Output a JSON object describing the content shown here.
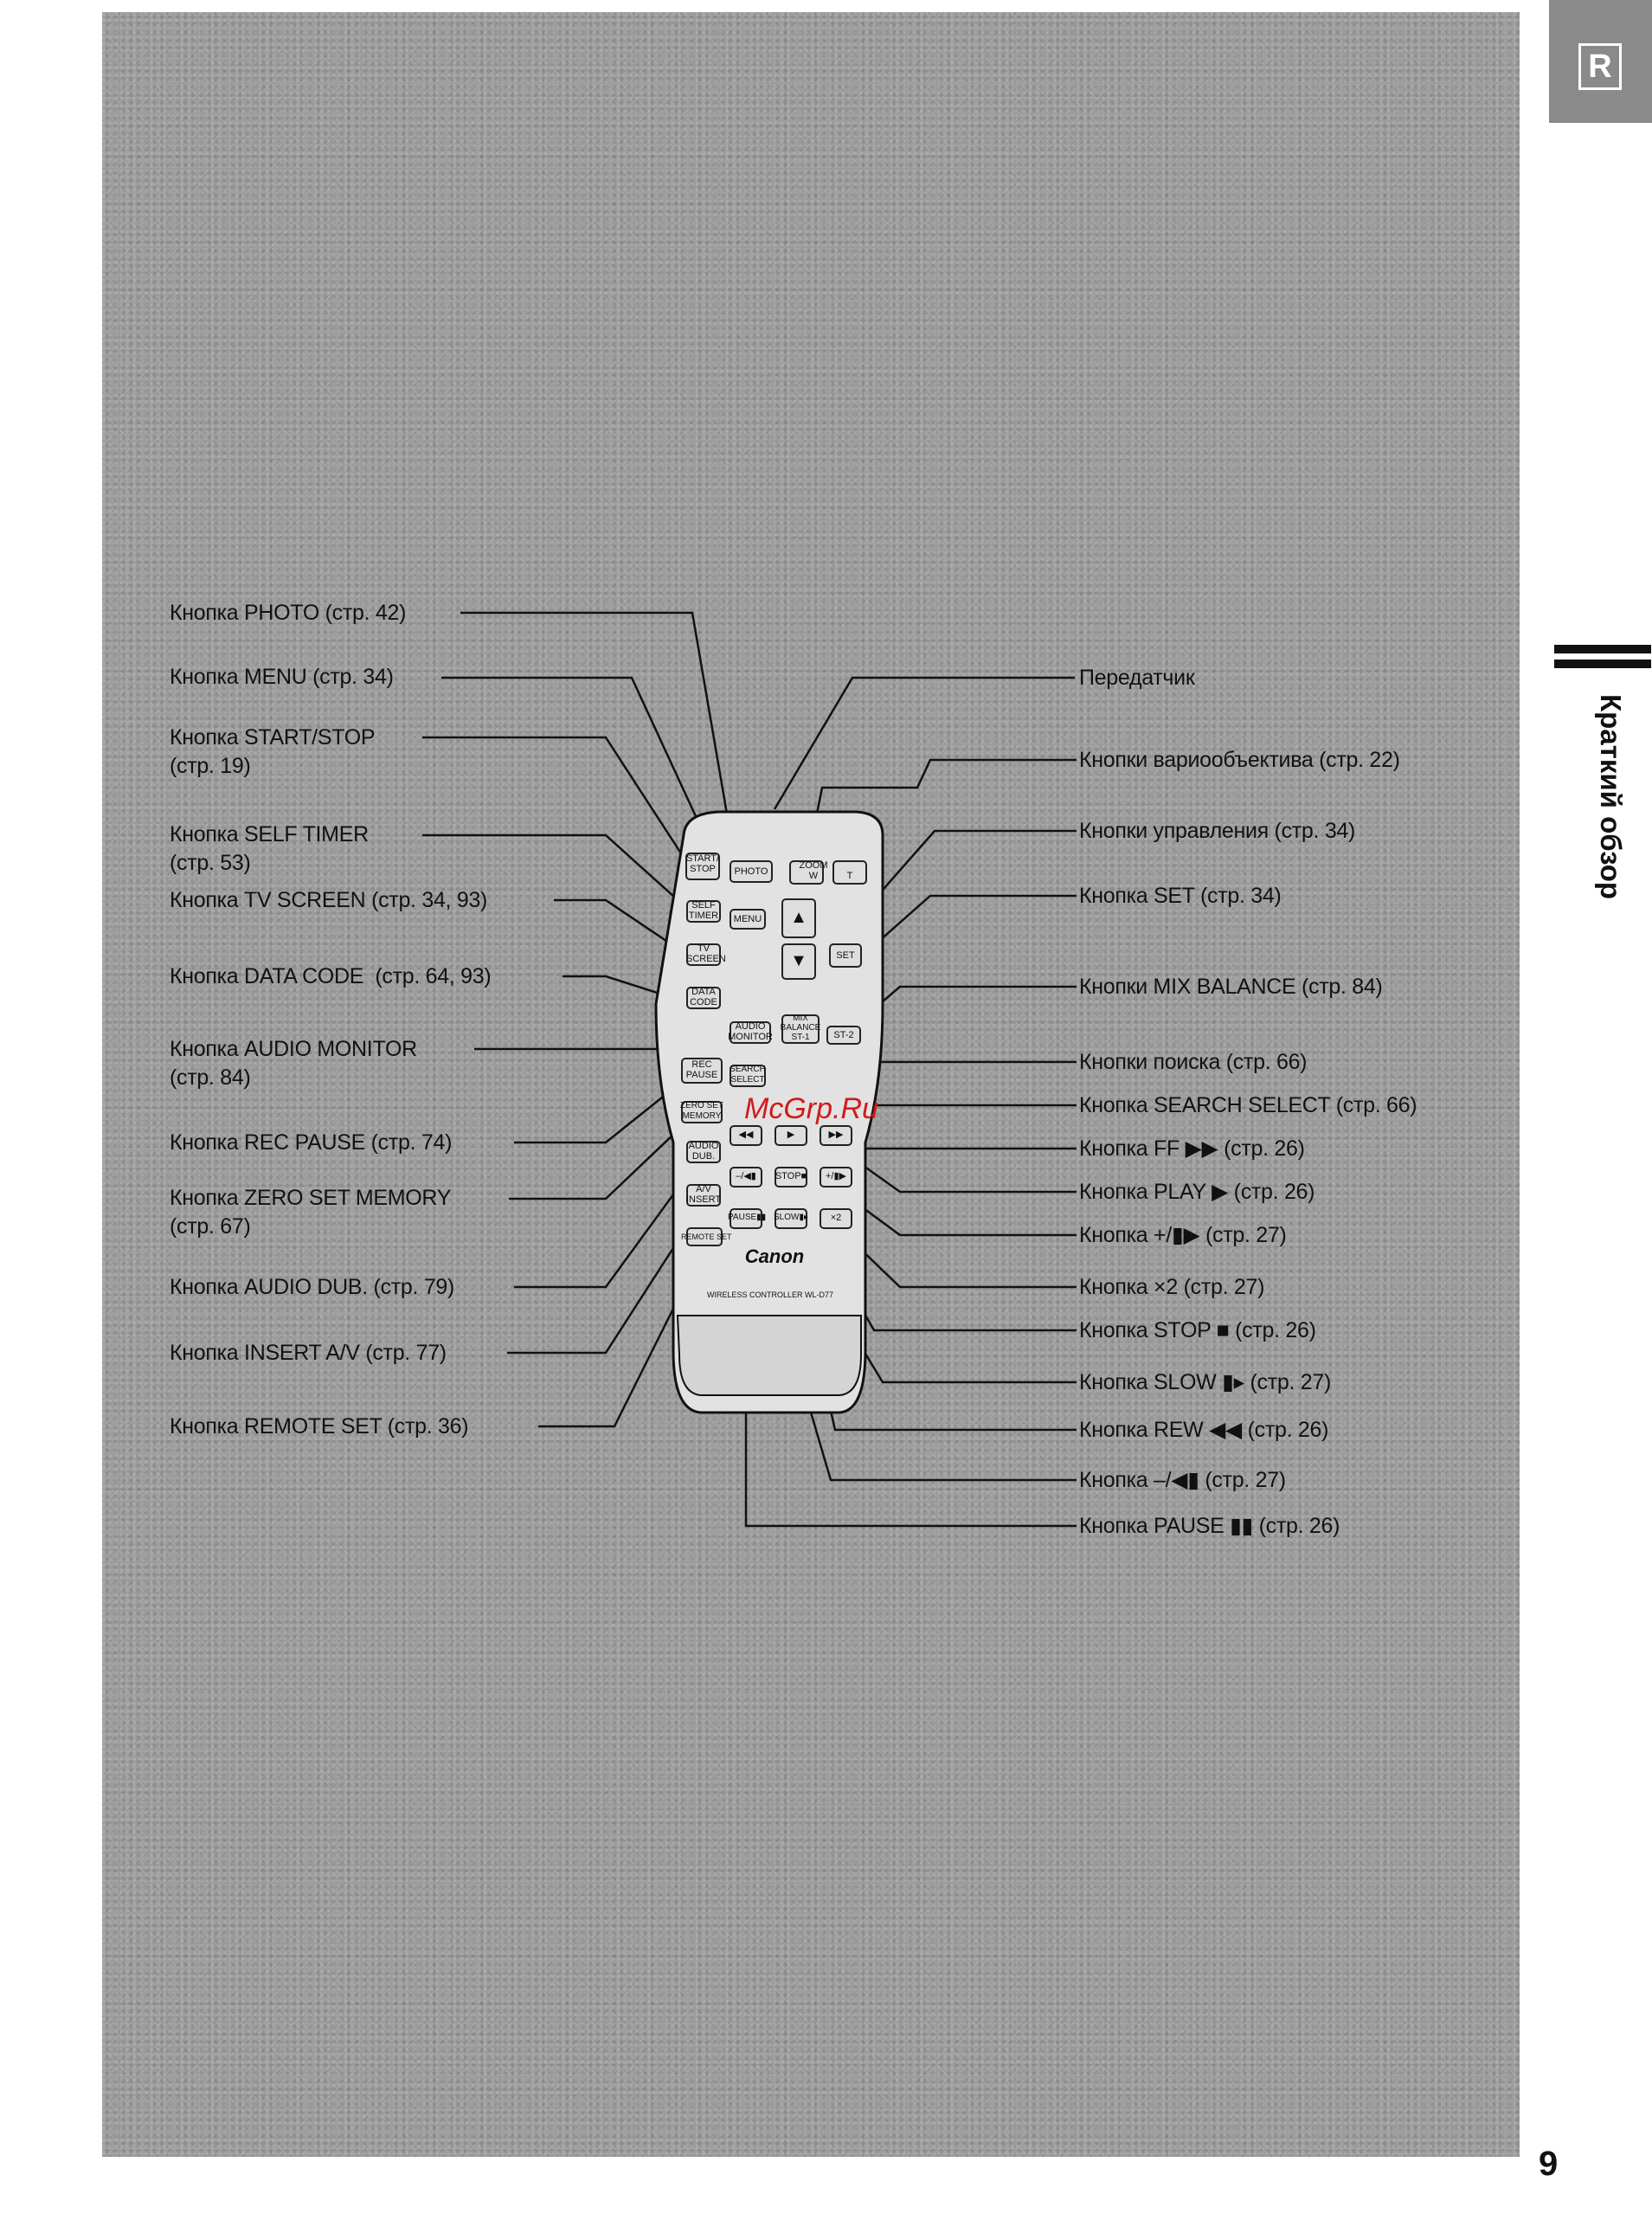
{
  "header": {
    "lang_badge": "R"
  },
  "sidebar": {
    "section_title": "Краткий обзор"
  },
  "page_number": "9",
  "watermark": "McGrp.Ru",
  "left_labels": [
    "Кнопка PHOTO (стр. 42)",
    "Кнопка MENU (стр. 34)",
    "Кнопка START/STOP\n(стр. 19)",
    "Кнопка SELF TIMER\n(стр. 53)",
    "Кнопка TV SCREEN (стр. 34, 93)",
    "Кнопка DATA CODE  (стр. 64, 93)",
    "Кнопка AUDIO MONITOR\n(стр. 84)",
    "Кнопка REC PAUSE (стр. 74)",
    "Кнопка ZERO SET MEMORY\n(стр. 67)",
    "Кнопка AUDIO DUB. (стр. 79)",
    "Кнопка INSERT A/V (стр. 77)",
    "Кнопка REMOTE SET (стр. 36)"
  ],
  "right_labels": [
    "Передатчик",
    "Кнопки вариообъектива (стр. 22)",
    "Кнопки управления (стр. 34)",
    "Кнопка SET (стр. 34)",
    "Кнопки MIX BALANCE (стр. 84)",
    "Кнопки поиска (стр. 66)",
    "Кнопка SEARCH SELECT (стр. 66)",
    "Кнопка FF ▶▶ (стр. 26)",
    "Кнопка PLAY ▶ (стр. 26)",
    "Кнопка +/▮▶ (стр. 27)",
    "Кнопка ×2 (стр. 27)",
    "Кнопка STOP ■ (стр. 26)",
    "Кнопка SLOW ▮▸ (стр. 27)",
    "Кнопка REW ◀◀ (стр. 26)",
    "Кнопка –/◀▮ (стр. 27)",
    "Кнопка PAUSE ▮▮ (стр. 26)"
  ],
  "remote": {
    "brand": "Canon",
    "model": "WIRELESS CONTROLLER WL-D77",
    "buttons": [
      "START/\nSTOP",
      "PHOTO",
      "ZOOM\nW",
      "T",
      "SELF\nTIMER",
      "MENU",
      "▲",
      "TV\nSCREEN",
      "▼",
      "SET",
      "DATA\nCODE",
      "AUDIO\nMONITOR",
      "MIX\nBALANCE\nST-1",
      "ST-2",
      "REC\nPAUSE",
      "SEARCH\nSELECT",
      "ZERO SET\nMEMORY",
      "◀◀",
      "▶",
      "▶▶",
      "AUDIO\nDUB.",
      "–/◀▮",
      "STOP■",
      "+/▮▶",
      "A/V\nINSERT",
      "PAUSE▮▮",
      "SLOW▮▸",
      "×2",
      "REMOTE SET"
    ]
  }
}
